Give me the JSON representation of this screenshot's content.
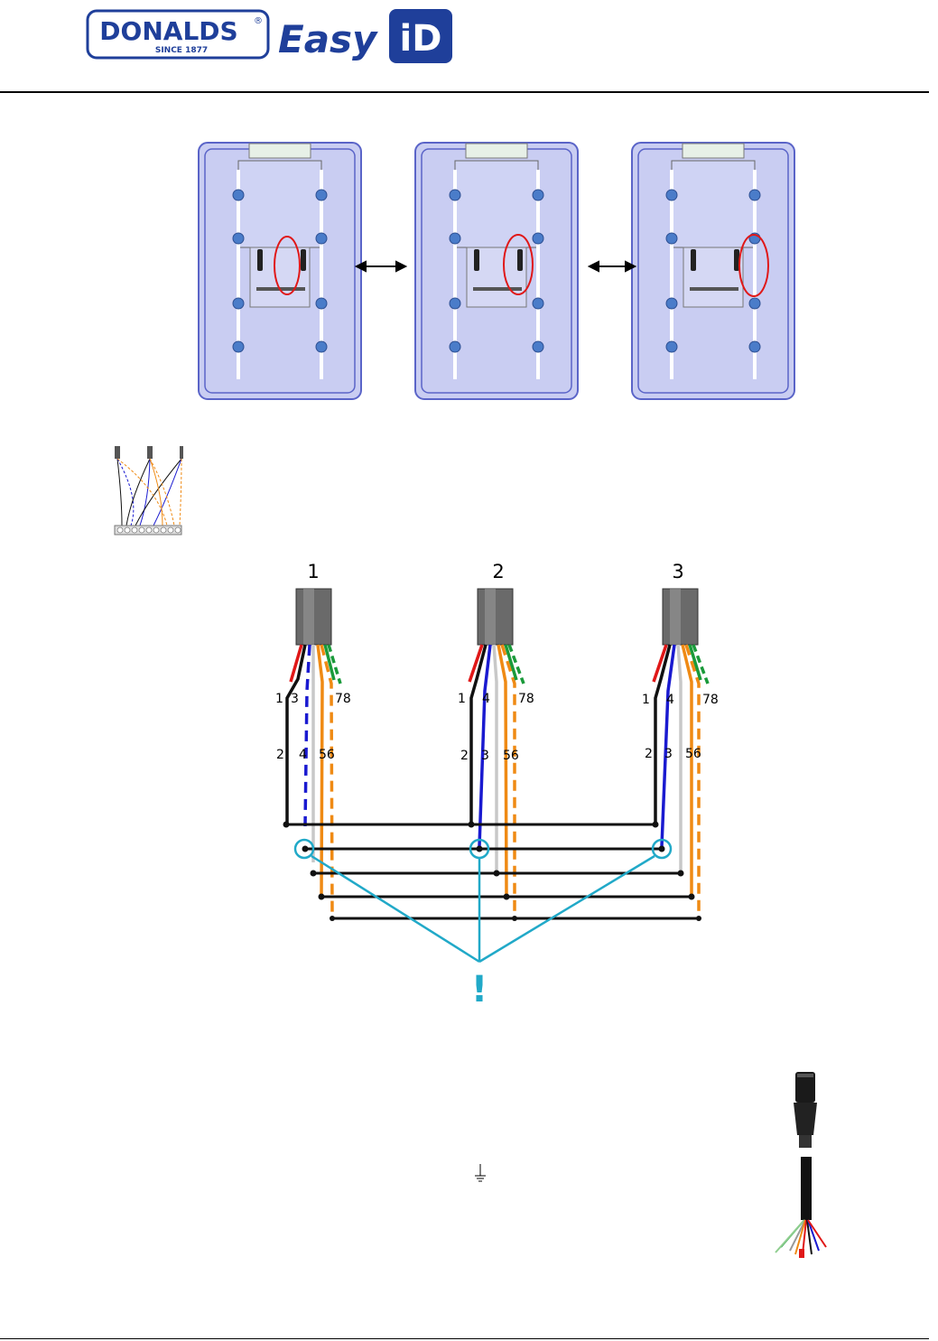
{
  "header": {
    "logo_brand": "DONALDS",
    "logo_registered": "®",
    "logo_since": "SINCE  1877",
    "logo_product_word": "Easy",
    "logo_product_badge": "iD"
  },
  "wiring_diagram": {
    "connectors": [
      {
        "label": "1",
        "top_wire_labels": [
          "1",
          "3",
          "78"
        ],
        "mid_wire_labels": [
          "2",
          "4",
          "56"
        ]
      },
      {
        "label": "2",
        "top_wire_labels": [
          "1",
          "4",
          "78"
        ],
        "mid_wire_labels": [
          "2",
          "3",
          "56"
        ]
      },
      {
        "label": "3",
        "top_wire_labels": [
          "1",
          "4",
          "78"
        ],
        "mid_wire_labels": [
          "2",
          "3",
          "56"
        ]
      }
    ],
    "warning_mark": "!"
  },
  "colors": {
    "red": "#e01818",
    "black": "#111111",
    "blue": "#1a1ad0",
    "grey": "#c8c8c8",
    "orange": "#ef8a14",
    "green": "#1a9a3a",
    "cyan": "#21a9c8",
    "panel_fill": "#c9cdf2",
    "panel_edge": "#5a64c8",
    "brand_blue": "#1f3f9a"
  },
  "icons": {
    "ground": "ground-icon",
    "double_arrow": "double-arrow-icon"
  }
}
